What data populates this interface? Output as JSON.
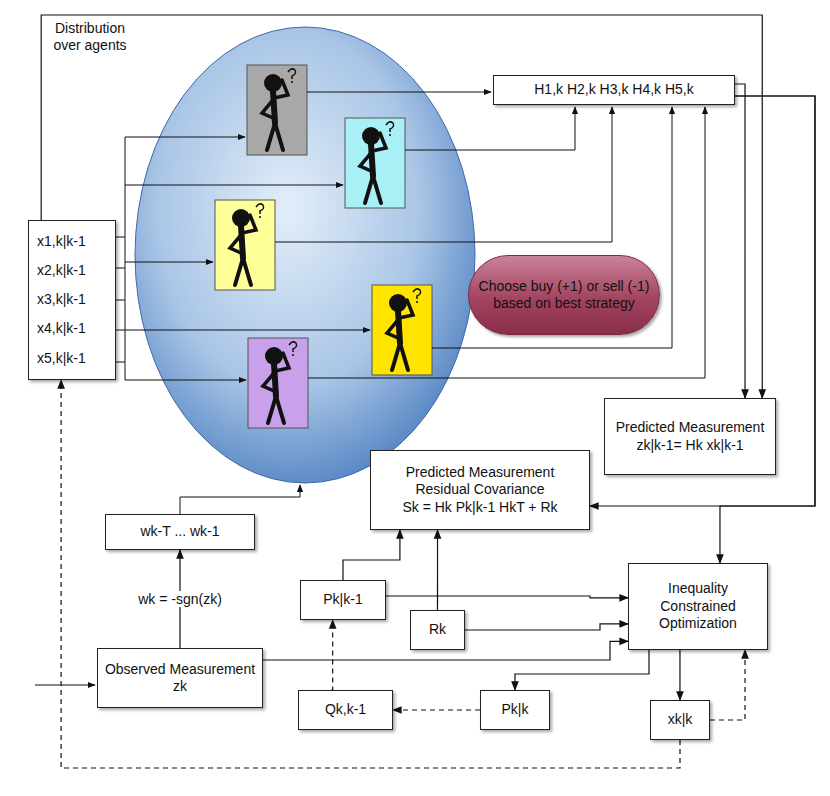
{
  "diagram": {
    "nodes": [
      {
        "text": [
          "x1,k|k-1",
          "x2,k|k-1",
          "x3,k|k-1",
          "x4,k|k-1",
          "x5,k|k-1"
        ]
      },
      {
        "text": [
          "H1,k H2,k H3,k H4,k H5,k"
        ]
      },
      {
        "text": [
          "Choose buy (+1) or sell (-1) based on best strategy"
        ]
      },
      {
        "text": [
          "Predicted Measurement",
          "zk|k-1= Hk xk|k-1"
        ]
      },
      {
        "text": [
          "Predicted Measurement Residual Covariance",
          "Sk = Hk Pk|k-1 HkT + Rk"
        ]
      },
      {
        "text": [
          "wk-T ... wk-1"
        ]
      },
      {
        "text": [
          "Pk|k-1"
        ]
      },
      {
        "text": [
          "Rk"
        ]
      },
      {
        "text": [
          "Inequality Constrained Optimization"
        ]
      },
      {
        "text": [
          "Observed Measurement",
          "zk"
        ]
      },
      {
        "text": [
          "Qk,k-1"
        ]
      },
      {
        "text": [
          "Pk|k"
        ]
      },
      {
        "text": [
          "xk|k"
        ]
      }
    ],
    "edges": [
      {
        "from": 0,
        "to": 3,
        "arrow": "to"
      },
      {
        "from": 1,
        "to": 3,
        "arrow": "to"
      },
      {
        "from": 1,
        "to": 4,
        "arrow": "to"
      },
      {
        "from": 1,
        "to": 8,
        "arrow": "to"
      },
      {
        "from": 6,
        "to": 4,
        "arrow": "to"
      },
      {
        "from": 6,
        "to": 8,
        "arrow": "to"
      },
      {
        "from": 7,
        "to": 4,
        "arrow": "to"
      },
      {
        "from": 7,
        "to": 8,
        "arrow": "to"
      },
      {
        "from": 9,
        "to": 8,
        "arrow": "to"
      },
      {
        "from": 9,
        "to": 5,
        "label": "wk = -sgn(zk)",
        "arrow": "to"
      },
      {
        "from": 8,
        "to": 11,
        "arrow": "to"
      },
      {
        "from": 8,
        "to": 12,
        "arrow": "to"
      },
      {
        "from": 12,
        "to": 8,
        "arrow": "to"
      },
      {
        "from": 11,
        "to": 10,
        "arrow": "to"
      },
      {
        "from": 10,
        "to": 6,
        "arrow": "to"
      },
      {
        "from": 12,
        "to": 0,
        "arrow": "to"
      }
    ],
    "labels": [
      "Distribution over agents"
    ]
  }
}
